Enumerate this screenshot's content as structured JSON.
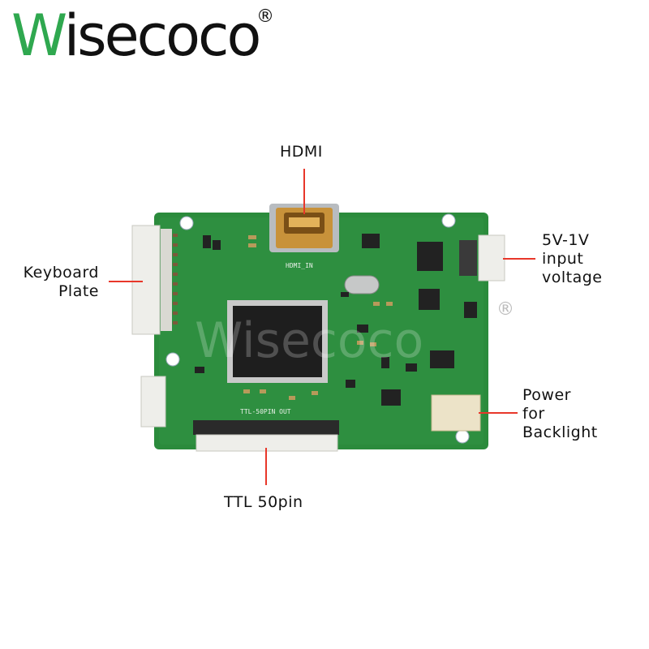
{
  "brand": {
    "logo_text_first": "W",
    "logo_text_rest": "isecoco",
    "registered_mark": "®"
  },
  "labels": {
    "hdmi": "HDMI",
    "voltage_line1": "5V-1V",
    "voltage_line2": "input",
    "voltage_line3": "voltage",
    "keyboard_line1": "Keyboard",
    "keyboard_line2": "Plate",
    "backlight_line1": "Power",
    "backlight_line2": "for",
    "backlight_line3": "Backlight",
    "ttl": "TTL 50pin"
  },
  "board_silkscreen": {
    "hdmi_in": "HDMI_IN",
    "ttl_out": "TTL-50PIN OUT"
  },
  "colors": {
    "pcb_green": "#2a8a3a",
    "brand_green": "#2fa84f",
    "leader_red": "#e8372a",
    "connector_white": "#eeeeea",
    "hdmi_gold": "#c8923a"
  }
}
